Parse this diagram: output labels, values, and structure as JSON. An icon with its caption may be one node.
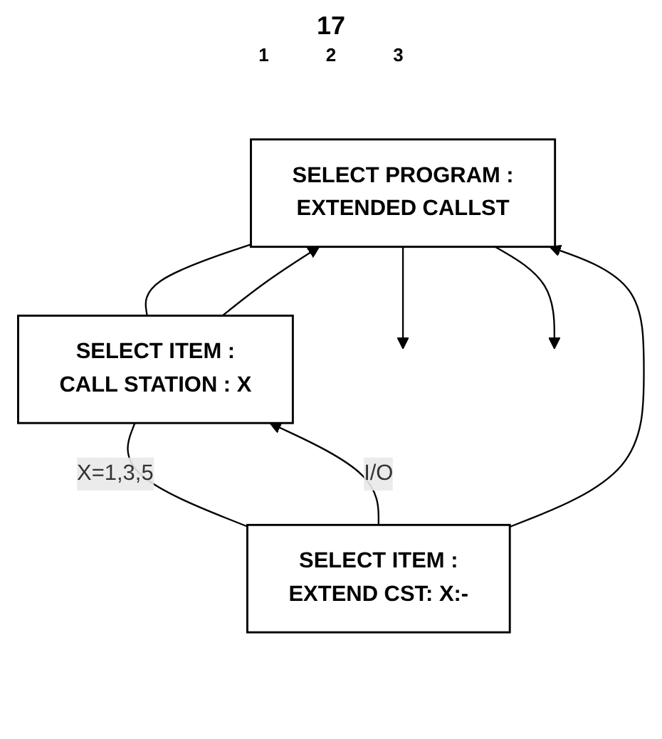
{
  "diagram": {
    "title": "17",
    "nodes": [
      {
        "text": [
          "SELECT PROGRAM :",
          "EXTENDED CALLST"
        ]
      },
      {
        "text": [
          "SELECT ITEM :",
          "CALL STATION : X"
        ]
      },
      {
        "text": [
          "SELECT ITEM :",
          "EXTEND CST: X:-"
        ]
      }
    ],
    "edges": [
      {
        "from": 0,
        "to": 1,
        "arrow": "none"
      },
      {
        "from": 1,
        "to": 2,
        "arrow": "none",
        "label": "X=1,3,5"
      },
      {
        "from": 2,
        "to": 1,
        "arrow": "to",
        "label": "I/O"
      },
      {
        "from": 1,
        "to": 0,
        "arrow": "to"
      },
      {
        "from": 2,
        "to": 0,
        "arrow": "to"
      },
      {
        "from": 0,
        "to": null,
        "arrow": "to"
      },
      {
        "from": 0,
        "to": null,
        "arrow": "to"
      }
    ],
    "labels": [
      "1",
      "2",
      "3"
    ]
  }
}
